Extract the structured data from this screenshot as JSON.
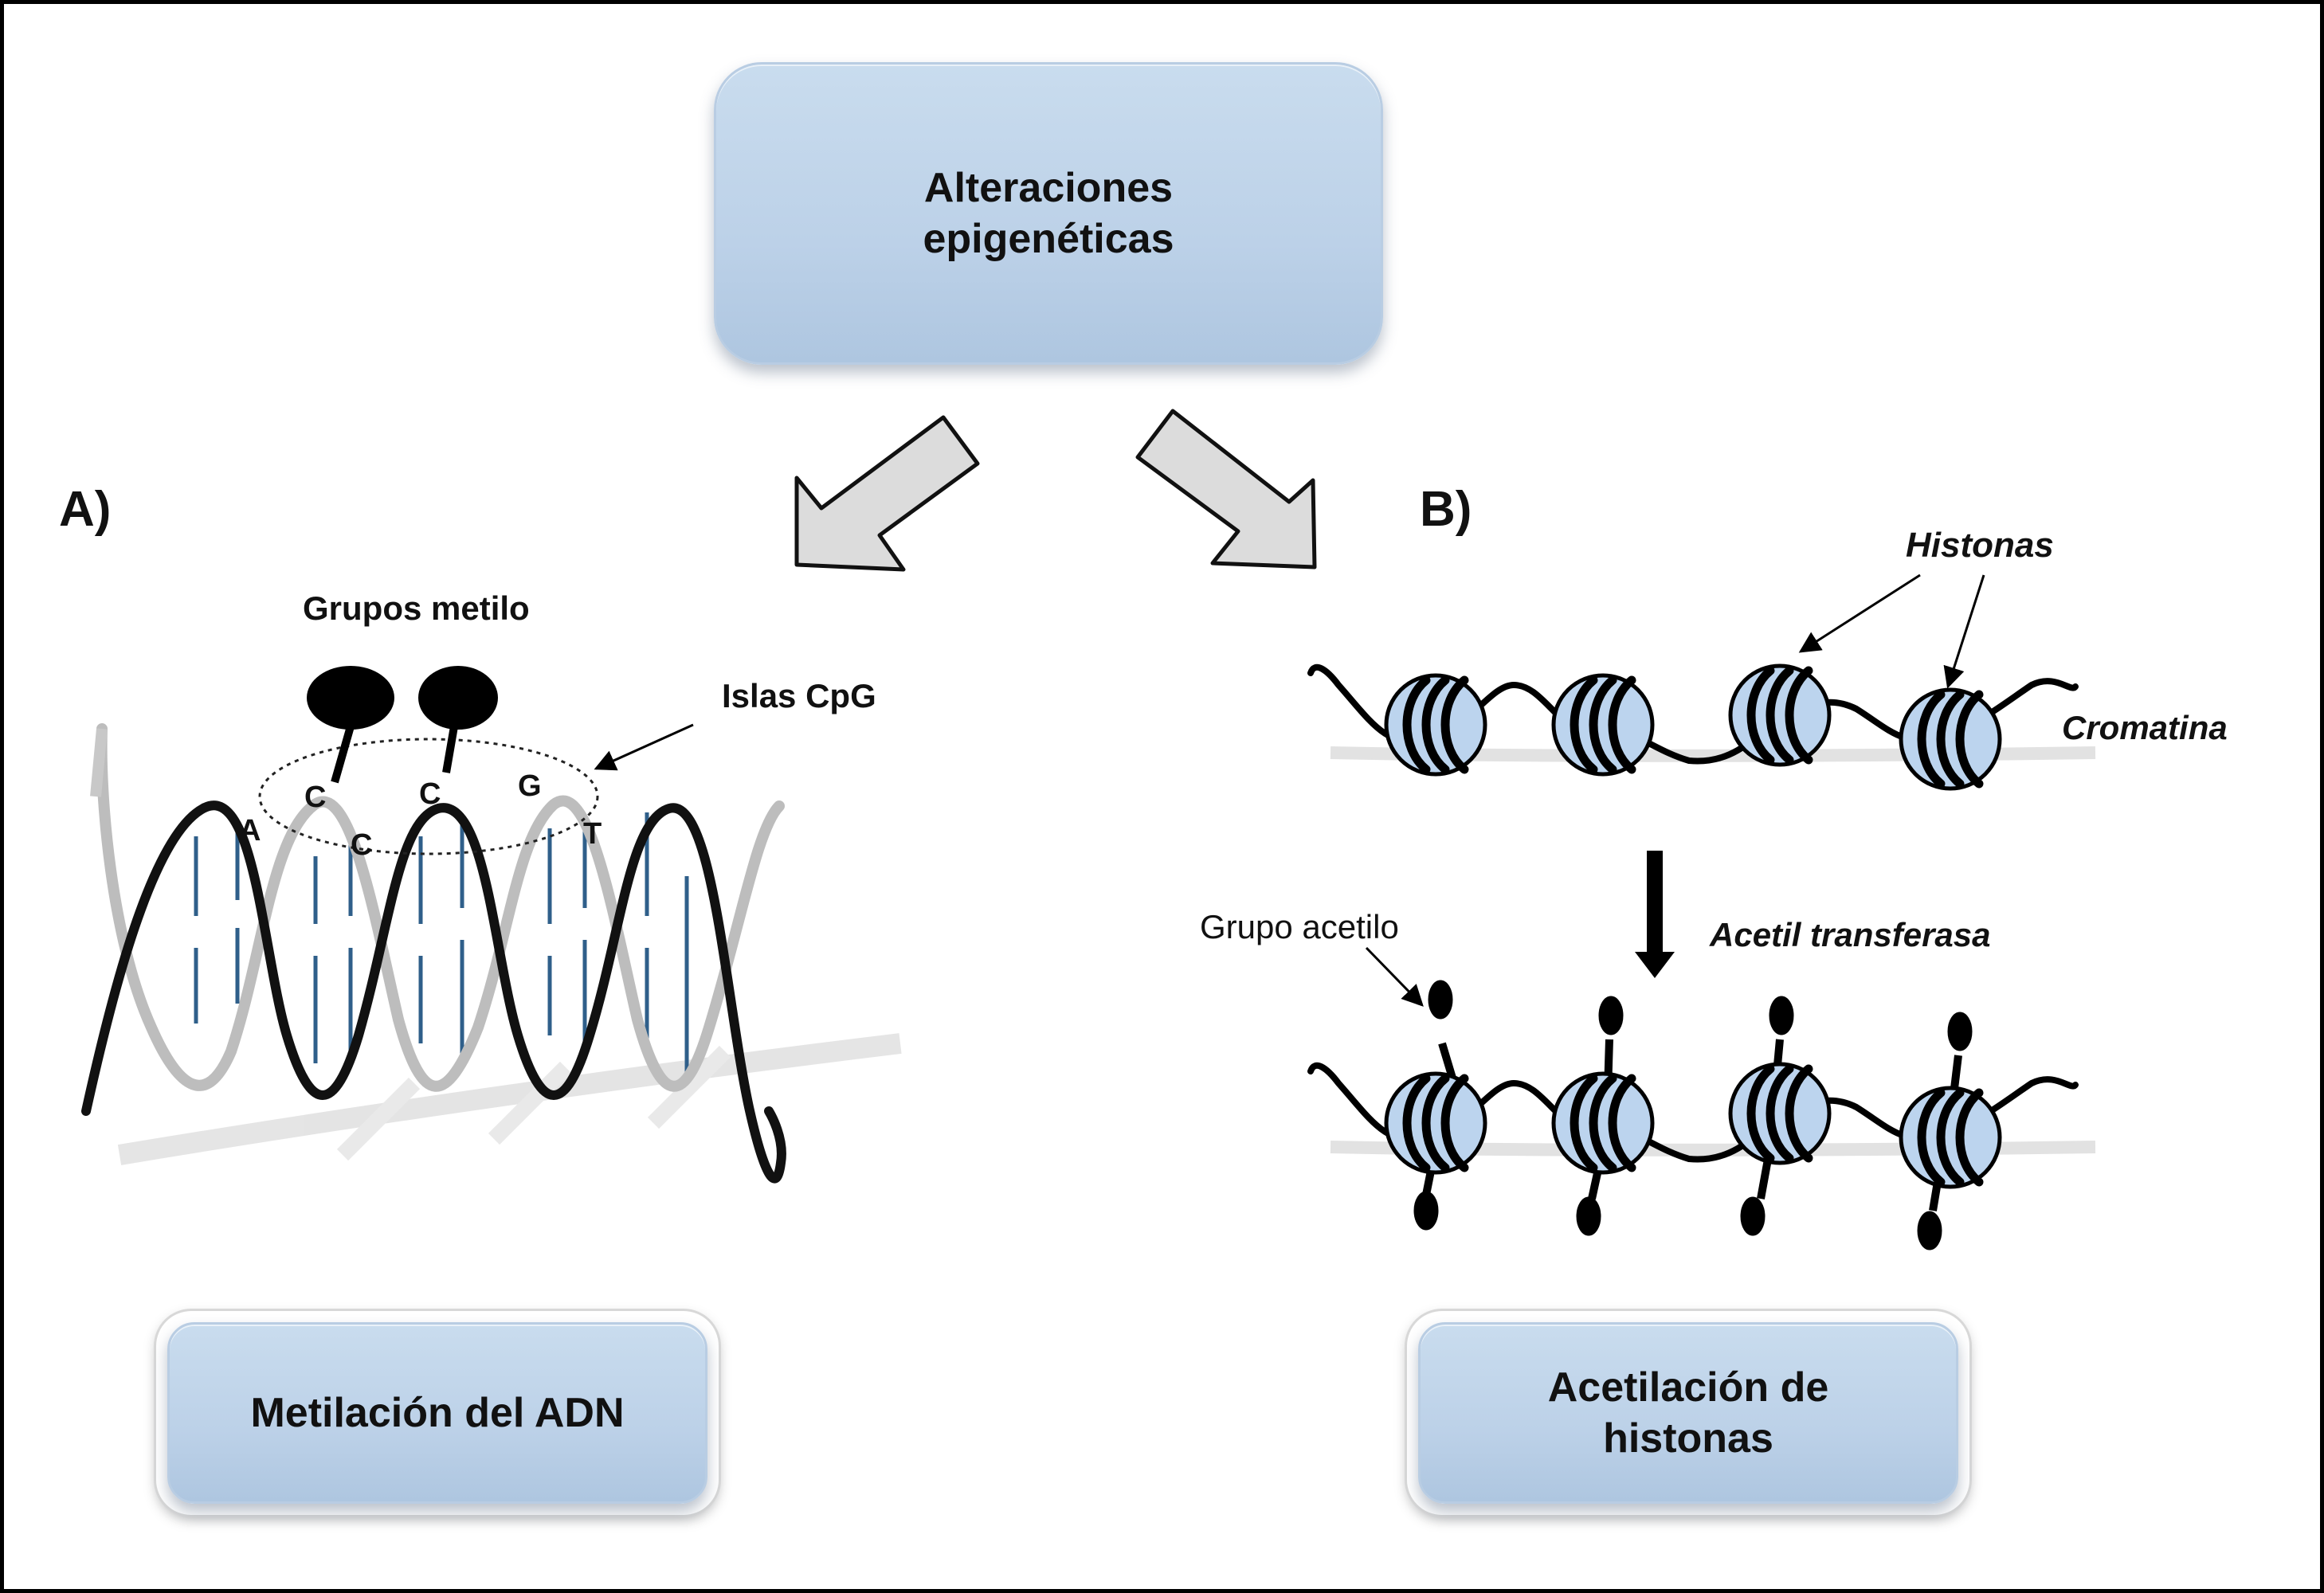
{
  "top_box": {
    "line1": "Alteraciones",
    "line2": "epigenéticas"
  },
  "panel_a": {
    "label": "A)",
    "methyl_label": "Grupos metilo",
    "cpg_label": "Islas CpG",
    "bases": [
      "A",
      "C",
      "C",
      "C",
      "G",
      "T"
    ],
    "result": "Metilación del ADN"
  },
  "panel_b": {
    "label": "B)",
    "histone_label": "Histonas",
    "chromatin_label": "Cromatina",
    "acetyl_label": "Grupo acetilo",
    "enzyme_label": "Acetil transferasa",
    "result_line1": "Acetilación de",
    "result_line2": "histonas"
  },
  "colors": {
    "box_fill": "#bcd1e8",
    "nucleosome_fill": "#bcd4ee",
    "arrow_fill": "#dcdcdc",
    "strand_dark": "#111111",
    "strand_light": "#bdbdbd",
    "base_pair": "#2f5f8a"
  }
}
